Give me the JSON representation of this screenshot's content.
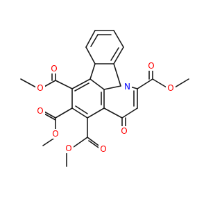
{
  "molecule": {
    "atoms": {
      "nitrogen": {
        "symbol": "N",
        "color": "#0000ff"
      },
      "ketone_oxygen": {
        "symbol": "O",
        "color": "#ff0000"
      },
      "ester1_carbonyl_o": {
        "symbol": "O",
        "color": "#ff0000"
      },
      "ester1_ether_o": {
        "symbol": "O",
        "color": "#ff0000"
      },
      "ester2_carbonyl_o": {
        "symbol": "O",
        "color": "#ff0000"
      },
      "ester2_ether_o": {
        "symbol": "O",
        "color": "#ff0000"
      },
      "ester3_carbonyl_o": {
        "symbol": "O",
        "color": "#ff0000"
      },
      "ester3_ether_o": {
        "symbol": "O",
        "color": "#ff0000"
      },
      "ester4_carbonyl_o": {
        "symbol": "O",
        "color": "#ff0000"
      },
      "ester4_ether_o": {
        "symbol": "O",
        "color": "#ff0000"
      }
    },
    "bond_color": "#1a1a1a",
    "background": "#ffffff"
  }
}
